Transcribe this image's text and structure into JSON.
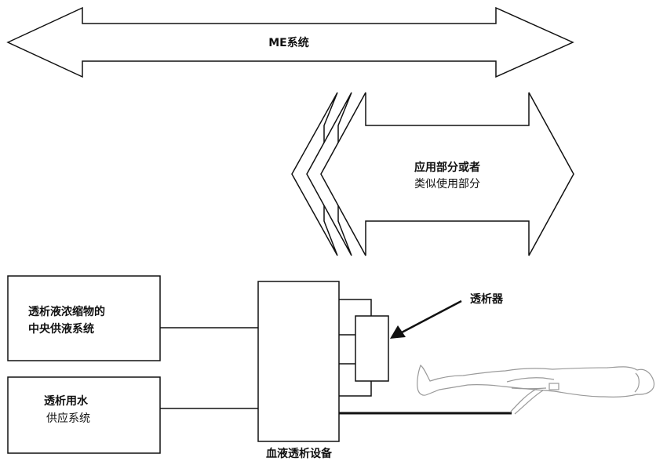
{
  "me_system": {
    "label": "ME系统"
  },
  "applied_part": {
    "line1": "应用部分或者",
    "line2": "类似使用部分"
  },
  "central_supply": {
    "line1": "透析液浓缩物的",
    "line2": "中央供液系统"
  },
  "water_supply": {
    "line1": "透析用水",
    "line2": "供应系统"
  },
  "dialyzer": {
    "label": "透析器"
  },
  "hd_equipment": {
    "label": "血液透析设备"
  },
  "colors": {
    "stroke": "#111111",
    "fill": "#ffffff",
    "patient": "#9a9a9a"
  }
}
